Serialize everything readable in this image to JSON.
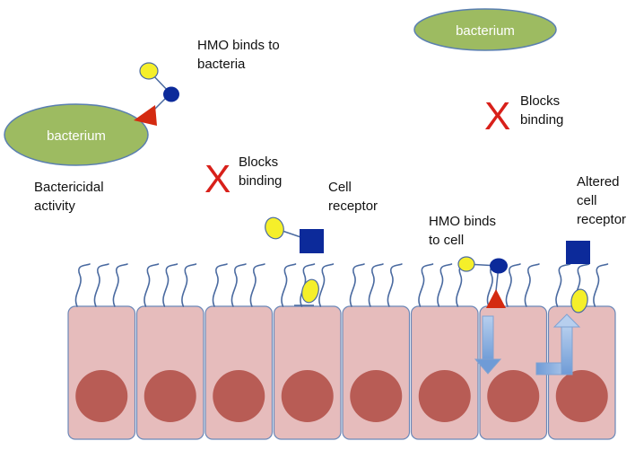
{
  "labels": {
    "bacterium_left": "bacterium",
    "bacterium_top": "bacterium",
    "hmo_binds_bacteria": "HMO binds to\nbacteria",
    "bactericidal_activity": "Bactericidal\nactivity",
    "blocks_binding_left": "Blocks\nbinding",
    "blocks_binding_right": "Blocks\nbinding",
    "cell_receptor": "Cell\nreceptor",
    "hmo_binds_cell": "HMO binds\nto cell",
    "altered_cell_receptor": "Altered\ncell\nreceptor",
    "x_mark": "X"
  },
  "colors": {
    "bacterium_fill": "#9dbb61",
    "bacterium_stroke": "#5a7fb0",
    "cell_fill": "#e6bcbc",
    "cell_stroke": "#6b88b8",
    "nucleus_fill": "#b85c55",
    "glycan_stroke": "#4a6aa0",
    "yellow_sugar": "#f5ef2a",
    "blue_sugar": "#0c2a9a",
    "red_sugar": "#d42a10",
    "x_red": "#d8201a",
    "arrow_fill": "#8fb4df"
  },
  "cells": {
    "count": 8
  },
  "icons": [
    "yellow-circle-sugar",
    "blue-circle-sugar",
    "blue-square-sugar",
    "red-triangle-sugar",
    "down-arrow",
    "up-bent-arrow"
  ]
}
